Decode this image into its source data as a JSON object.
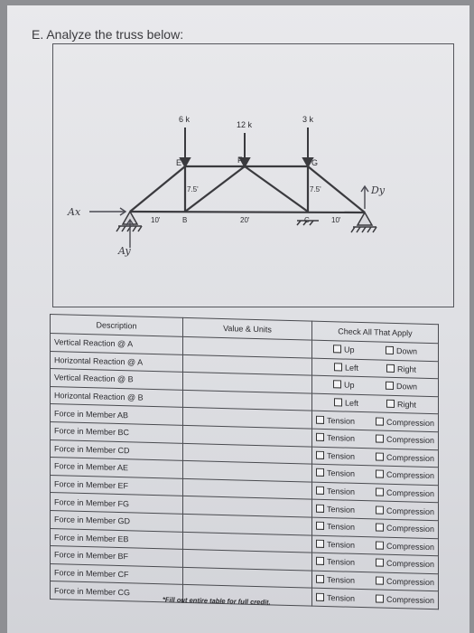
{
  "problem": {
    "heading": "E. Analyze the truss below:"
  },
  "figure": {
    "loads": [
      "6 k",
      "12 k",
      "3 k"
    ],
    "joints": [
      "E",
      "F",
      "G",
      "B",
      "C"
    ],
    "heights": [
      "7.5'",
      "7.5'"
    ],
    "spans": [
      "10'",
      "20'",
      "10'"
    ],
    "handwritten": [
      "Ax",
      "Ay",
      "Dy"
    ]
  },
  "table": {
    "headers": [
      "Description",
      "Value & Units",
      "Check All That Apply"
    ],
    "rows": [
      {
        "description": "Vertical Reaction @ A",
        "value": "",
        "opt1": "Up",
        "opt2": "Down"
      },
      {
        "description": "Horizontal Reaction @ A",
        "value": "",
        "opt1": "Left",
        "opt2": "Right"
      },
      {
        "description": "Vertical Reaction @ B",
        "value": "",
        "opt1": "Up",
        "opt2": "Down"
      },
      {
        "description": "Horizontal Reaction @ B",
        "value": "",
        "opt1": "Left",
        "opt2": "Right"
      },
      {
        "description": "Force in Member AB",
        "value": "",
        "opt1": "Tension",
        "opt2": "Compression"
      },
      {
        "description": "Force in Member BC",
        "value": "",
        "opt1": "Tension",
        "opt2": "Compression"
      },
      {
        "description": "Force in Member CD",
        "value": "",
        "opt1": "Tension",
        "opt2": "Compression"
      },
      {
        "description": "Force in Member AE",
        "value": "",
        "opt1": "Tension",
        "opt2": "Compression"
      },
      {
        "description": "Force in Member EF",
        "value": "",
        "opt1": "Tension",
        "opt2": "Compression"
      },
      {
        "description": "Force in Member FG",
        "value": "",
        "opt1": "Tension",
        "opt2": "Compression"
      },
      {
        "description": "Force in Member GD",
        "value": "",
        "opt1": "Tension",
        "opt2": "Compression"
      },
      {
        "description": "Force in Member EB",
        "value": "",
        "opt1": "Tension",
        "opt2": "Compression"
      },
      {
        "description": "Force in Member BF",
        "value": "",
        "opt1": "Tension",
        "opt2": "Compression"
      },
      {
        "description": "Force in Member CF",
        "value": "",
        "opt1": "Tension",
        "opt2": "Compression"
      },
      {
        "description": "Force in Member CG",
        "value": "",
        "opt1": "Tension",
        "opt2": "Compression"
      }
    ],
    "footnote": "*Fill out entire table for full credit."
  }
}
